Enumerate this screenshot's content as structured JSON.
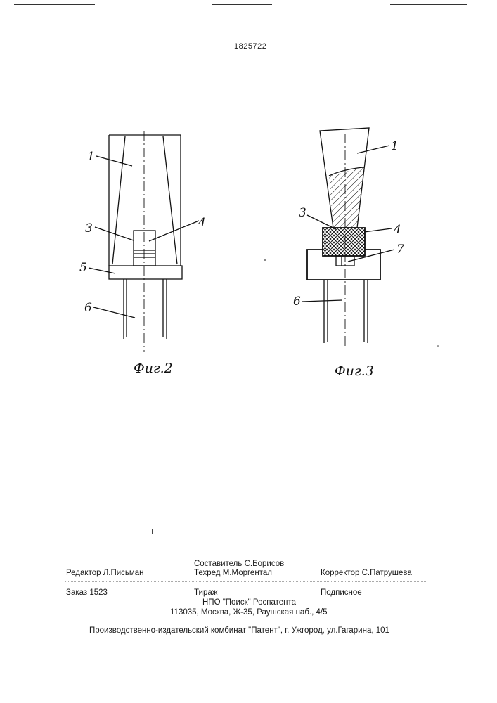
{
  "header": {
    "patent_number": "1825722"
  },
  "figures": [
    {
      "caption": "Фиг.2",
      "labels": [
        "1",
        "3",
        "4",
        "5",
        "6"
      ]
    },
    {
      "caption": "Фиг.3",
      "labels": [
        "1",
        "3",
        "4",
        "7",
        "6"
      ]
    }
  ],
  "imprint": {
    "compiler": "Составитель С.Борисов",
    "editor": "Редактор Л.Письман",
    "techred": "Техред М.Моргентал",
    "corrector": "Корректор  С.Патрушева",
    "order": "Заказ 1523",
    "circulation": "Тираж",
    "subscription": "Подписное",
    "org": "НПО \"Поиск\" Роспатента",
    "address": "113035, Москва, Ж-35, Раушская наб., 4/5",
    "publisher": "Производственно-издательский комбинат \"Патент\", г. Ужгород, ул.Гагарина, 101"
  }
}
